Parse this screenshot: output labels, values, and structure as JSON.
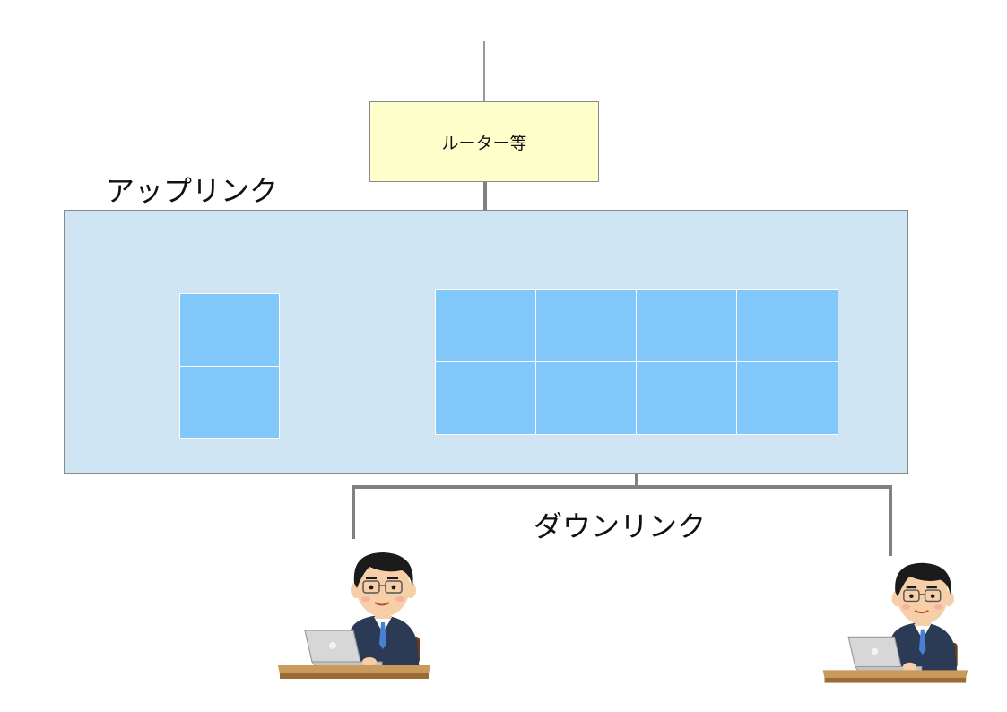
{
  "router": {
    "label": "ルーター等"
  },
  "uplink": {
    "label": "アップリンク"
  },
  "downlink": {
    "label": "ダウンリンク"
  },
  "colors": {
    "router_fill": "#ffffcc",
    "switch_fill": "#d0e5f3",
    "port_fill": "#82c9fb",
    "link_line": "#808080"
  },
  "uplink_ports": {
    "count": 2
  },
  "downlink_ports": {
    "columns": 4,
    "rows": 2
  },
  "clients": [
    {
      "icon": "businessman-laptop-icon"
    },
    {
      "icon": "businessman-laptop-icon"
    }
  ]
}
